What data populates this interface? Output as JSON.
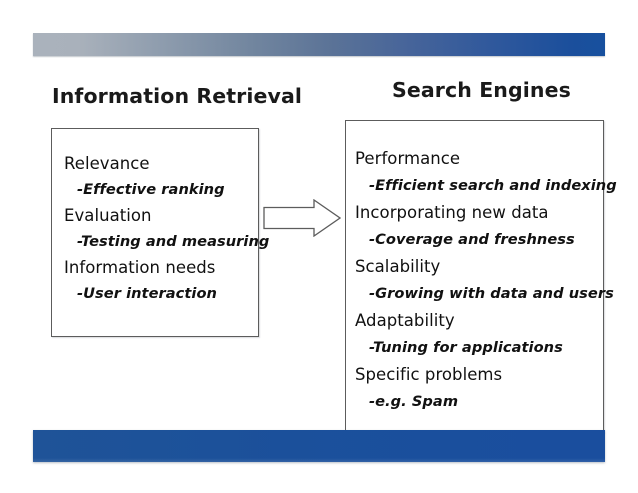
{
  "slide": {
    "title_left": "Information Retrieval",
    "title_right": "Search Engines",
    "accent_start": "#aab2bc",
    "accent_end": "#1a4e9e",
    "box_border": "#5c5c5c",
    "text_color": "#111111"
  },
  "decor": {
    "top_bar_name": "top-gradient-bar",
    "bottom_bar_name": "bottom-gradient-bar"
  },
  "arrow": {
    "label": "flows-to",
    "direction": "right"
  },
  "left_box": {
    "items": [
      {
        "main": "Relevance",
        "sub": "-Effective ranking"
      },
      {
        "main": "Evaluation",
        "sub": "-Testing and measuring"
      },
      {
        "main": "Information needs",
        "sub": "-User interaction"
      }
    ]
  },
  "right_box": {
    "items": [
      {
        "main": "Performance",
        "sub": "-Efficient search and indexing"
      },
      {
        "main": "Incorporating new data",
        "sub": "-Coverage and freshness"
      },
      {
        "main": "Scalability",
        "sub": "-Growing with data and users"
      },
      {
        "main": "Adaptability",
        "sub": "-Tuning for applications"
      },
      {
        "main": "Specific problems",
        "sub": "-e.g. Spam"
      }
    ]
  }
}
